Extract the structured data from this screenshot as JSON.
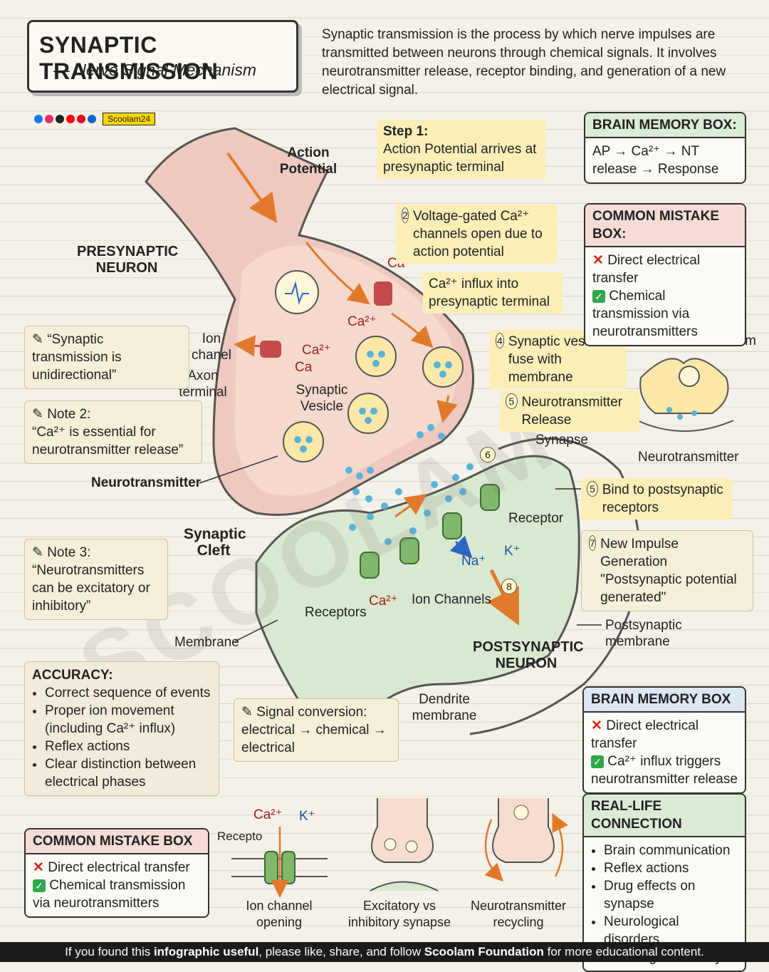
{
  "title": {
    "main": "SYNAPTIC TRANSMISSION",
    "sub": "— Nerve Signal Mechanism"
  },
  "intro": "Synaptic transmission is the process by which nerve impulses are transmitted between neurons through chemical signals. It involves neurotransmitter release, receptor binding, and generation of a new electrical signal.",
  "brand": "Scoolam24",
  "watermark": "SCOOLAM",
  "labels": {
    "action_potential": "Action Potential",
    "presynaptic": "PRESYNAPTIC NEURON",
    "ion_chanel": "Ion chanel",
    "axon_terminal": "Axon terminal",
    "ca2": "Ca²⁺",
    "ca": "Ca",
    "synaptic_vesicle": "Synaptic Vesicle",
    "neurotransmitter": "Neurotransmitter",
    "synapse": "Synapse",
    "receptor": "Receptor",
    "synaptic_cleft": "Synaptic Cleft",
    "receptors": "Receptors",
    "ion_channels": "Ion Channels",
    "na": "Na⁺",
    "k": "K⁺",
    "membrane": "Membrane",
    "postsynaptic": "POSTSYNAPTIC NEURON",
    "postsynaptic_membrane": "Postsynaptic membrane",
    "dendrite_membrane": "Dendrite membrane",
    "vesicle_zoom": "Vesicle fusion zoom",
    "neurotransmitter_zoom": "Neurotransmitter",
    "num6": "6",
    "num8": "8"
  },
  "steps": {
    "step1_title": "Step 1:",
    "step1_text": "Action Potential arrives at presynaptic terminal",
    "step2_num": "2",
    "step2_text": "Voltage-gated Ca²⁺ channels open due to action potential",
    "influx": "Ca²⁺ influx into presynaptic terminal",
    "step4_num": "4",
    "step4_text": "Synaptic vesicles fuse with membrane",
    "step5a_num": "5",
    "step5a_text": "Neurotransmitter Release",
    "step5b_num": "5",
    "step5b_text": "Bind to postsynaptic receptors",
    "step7_num": "7",
    "step7_text": "New Impulse Generation \"Postsynaptic potential generated\""
  },
  "notes": {
    "note1": "“Synaptic transmission is unidirectional”",
    "note2_title": "Note 2:",
    "note2_text": "“Ca²⁺ is essential for neurotransmitter release”",
    "note3_title": "Note 3:",
    "note3_text": "“Neurotransmitters can be excitatory or inhibitory”",
    "signal": "Signal conversion: electrical → chemical → electrical"
  },
  "memory_box_1": {
    "title": "BRAIN MEMORY BOX:",
    "text": "AP → Ca²⁺ → NT release → Response"
  },
  "mistake_box_1": {
    "title": "COMMON MISTAKE BOX:",
    "wrong": "Direct electrical transfer",
    "right": "Chemical transmission via neurotransmitters"
  },
  "memory_box_2": {
    "title": "BRAIN MEMORY BOX",
    "wrong": "Direct electrical transfer",
    "right": "Ca²⁺ influx triggers neurotransmitter release"
  },
  "mistake_box_2": {
    "title": "COMMON MISTAKE BOX",
    "wrong": "Direct electrical transfer",
    "right": "Chemical transmission via neurotransmitters"
  },
  "accuracy": {
    "title": "ACCURACY:",
    "items": [
      "Correct sequence of events",
      "Proper ion movement (including Ca²⁺ influx)",
      "Reflex actions",
      "Clear distinction between electrical phases"
    ]
  },
  "real_life": {
    "title": "REAL-LIFE CONNECTION",
    "items": [
      "Brain communication",
      "Reflex actions",
      "Drug effects on synapse",
      "Neurological disorders",
      "Learning & memory"
    ]
  },
  "mini": {
    "ion_channel": "Ion channel opening",
    "recepto": "Recepto",
    "ca2": "Ca²⁺",
    "k": "K⁺",
    "excitatory": "Excitatory vs inhibitory synapse",
    "recycling": "Neurotransmitter recycling"
  },
  "footer": {
    "pre": "If you found this ",
    "b1": "infographic useful",
    "mid": ", please like, share, and follow ",
    "b2": "Scoolam Foundation",
    "post": " for more educational content."
  }
}
